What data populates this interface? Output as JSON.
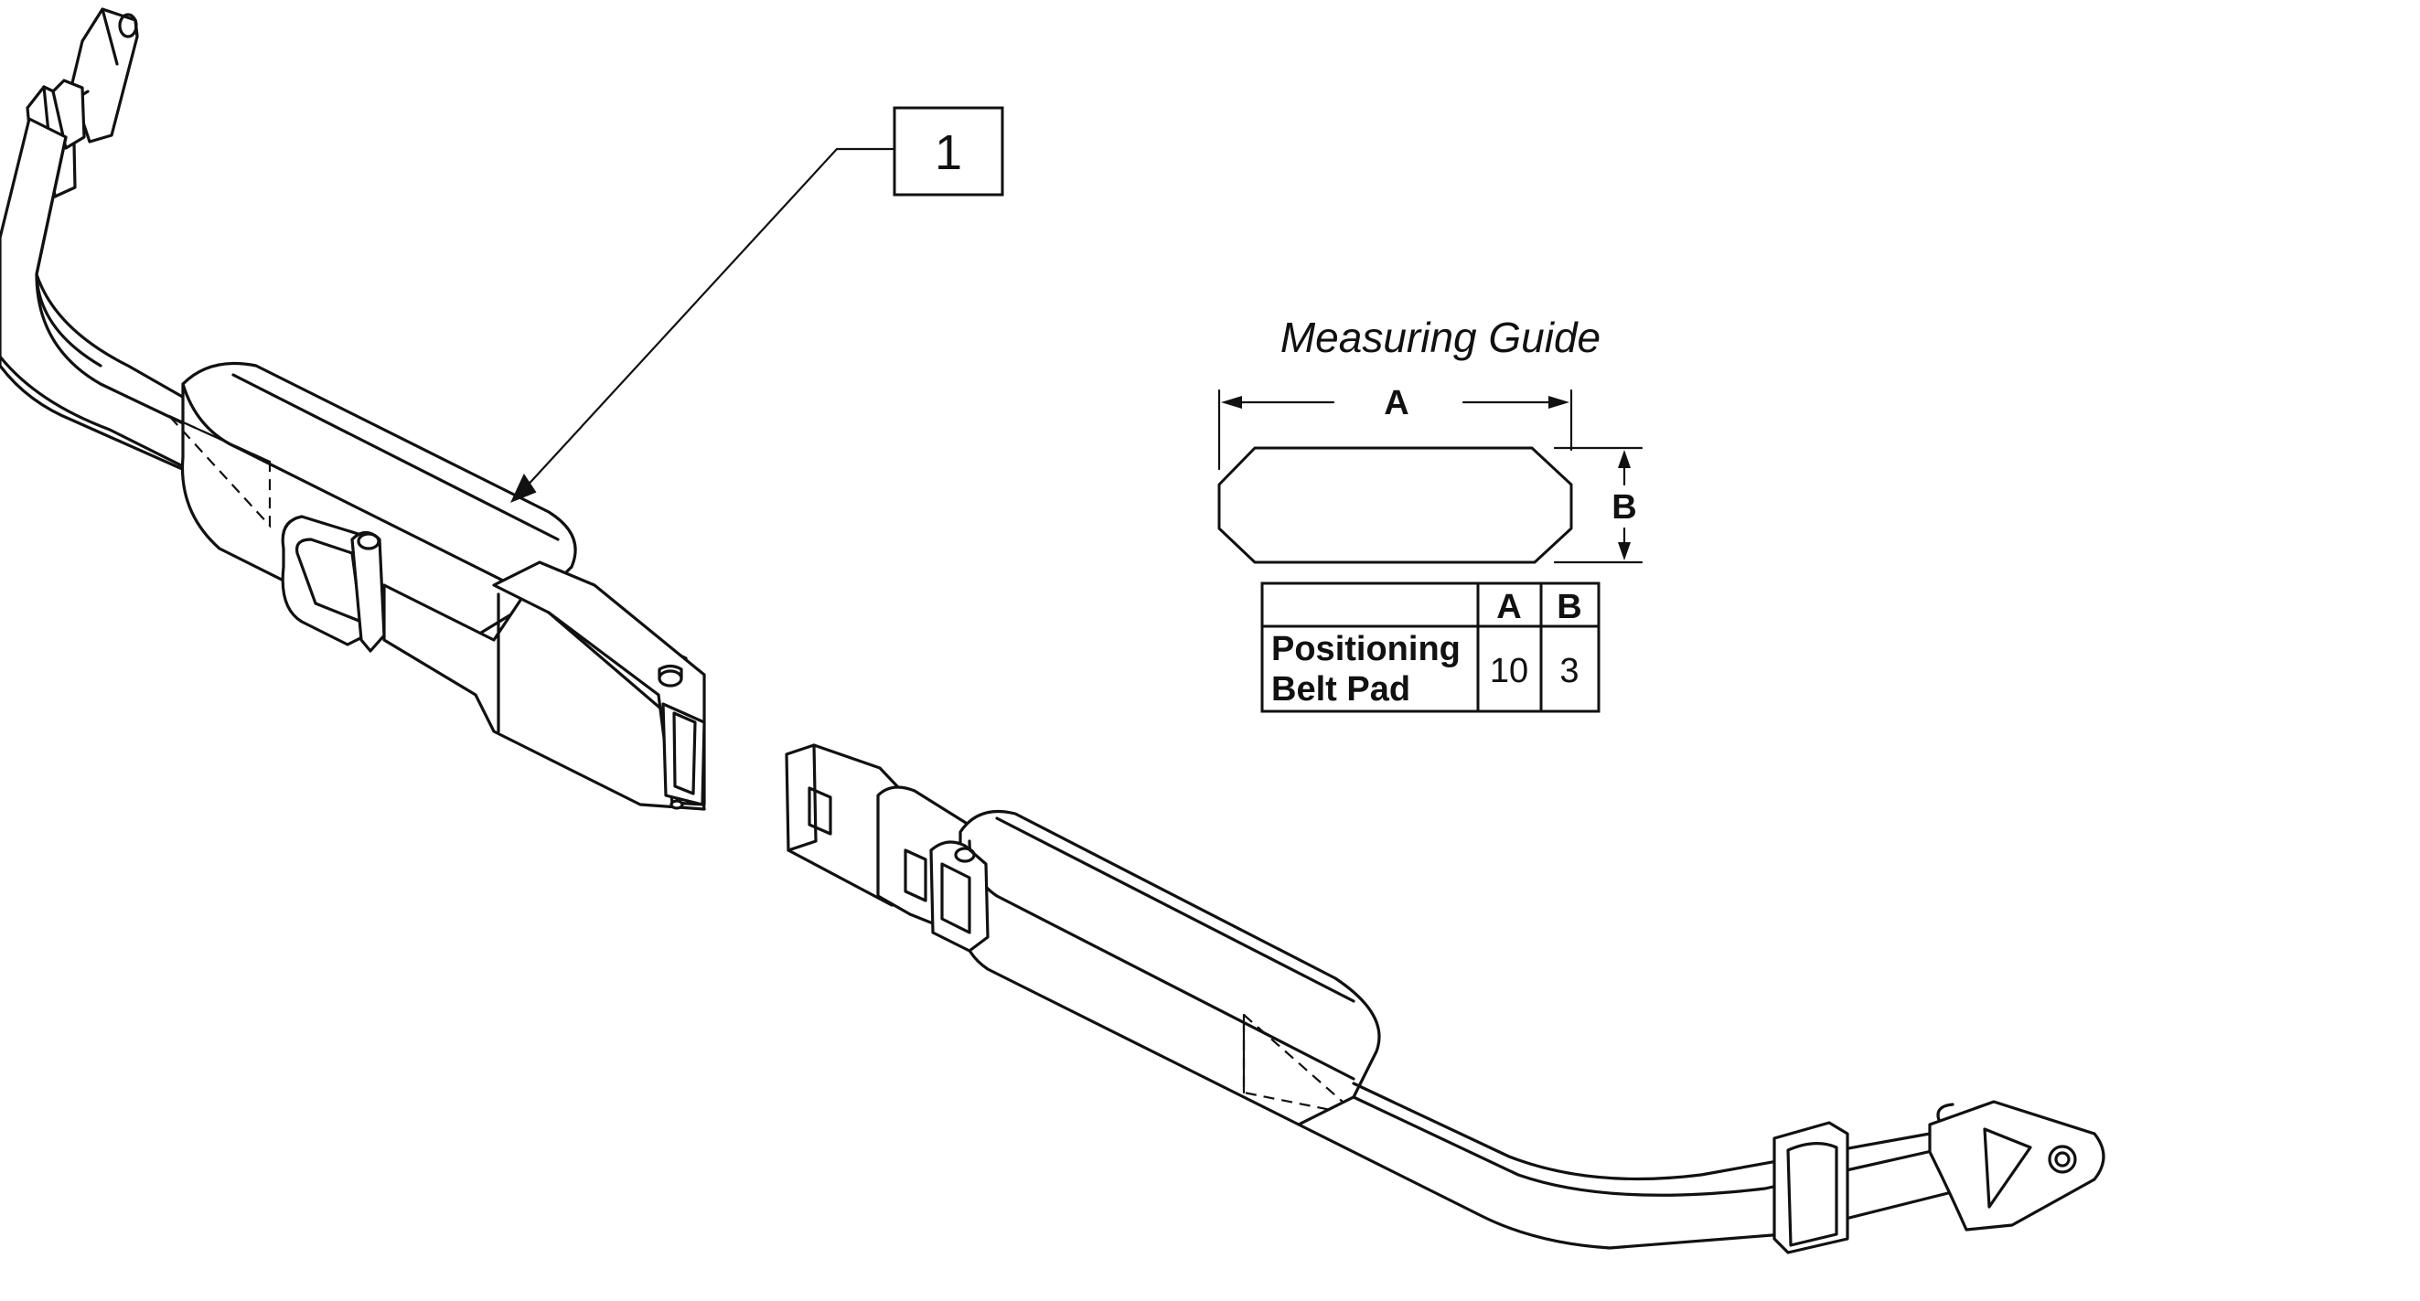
{
  "callout": {
    "number": "1"
  },
  "measuring_guide": {
    "title": "Measuring Guide",
    "dim_a": "A",
    "dim_b": "B"
  },
  "size_table": {
    "headers": [
      "",
      "A",
      "B"
    ],
    "rows": [
      {
        "label_line1": "Positioning",
        "label_line2": "Belt Pad",
        "a": "10",
        "b": "3"
      }
    ]
  }
}
